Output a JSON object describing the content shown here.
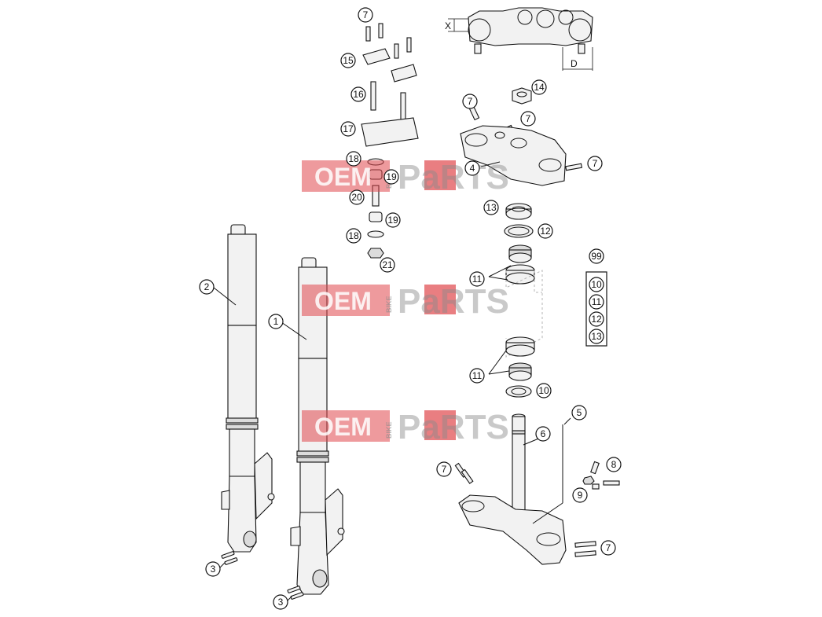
{
  "diagram": {
    "callouts": [
      {
        "id": "c1",
        "label": "1"
      },
      {
        "id": "c2",
        "label": "2"
      },
      {
        "id": "c3a",
        "label": "3"
      },
      {
        "id": "c3b",
        "label": "3"
      },
      {
        "id": "c4",
        "label": "4"
      },
      {
        "id": "c5",
        "label": "5"
      },
      {
        "id": "c6",
        "label": "6"
      },
      {
        "id": "c7a",
        "label": "7"
      },
      {
        "id": "c7b",
        "label": "7"
      },
      {
        "id": "c7c",
        "label": "7"
      },
      {
        "id": "c7d",
        "label": "7"
      },
      {
        "id": "c7e",
        "label": "7"
      },
      {
        "id": "c7f",
        "label": "7"
      },
      {
        "id": "c8",
        "label": "8"
      },
      {
        "id": "c9",
        "label": "9"
      },
      {
        "id": "c10",
        "label": "10"
      },
      {
        "id": "c11a",
        "label": "11"
      },
      {
        "id": "c11b",
        "label": "11"
      },
      {
        "id": "c12",
        "label": "12"
      },
      {
        "id": "c13",
        "label": "13"
      },
      {
        "id": "c14",
        "label": "14"
      },
      {
        "id": "c15",
        "label": "15"
      },
      {
        "id": "c16",
        "label": "16"
      },
      {
        "id": "c17",
        "label": "17"
      },
      {
        "id": "c18a",
        "label": "18"
      },
      {
        "id": "c18b",
        "label": "18"
      },
      {
        "id": "c19a",
        "label": "19"
      },
      {
        "id": "c19b",
        "label": "19"
      },
      {
        "id": "c20",
        "label": "20"
      },
      {
        "id": "c21",
        "label": "21"
      }
    ],
    "kit": {
      "label": "99",
      "items": [
        "10",
        "11",
        "12",
        "13"
      ]
    },
    "dimensions": {
      "x_label": "X",
      "d_label": "D"
    },
    "watermark": {
      "brand_left": "OEM",
      "brand_right": "PaRTS",
      "brand_small": "BIKE"
    }
  }
}
